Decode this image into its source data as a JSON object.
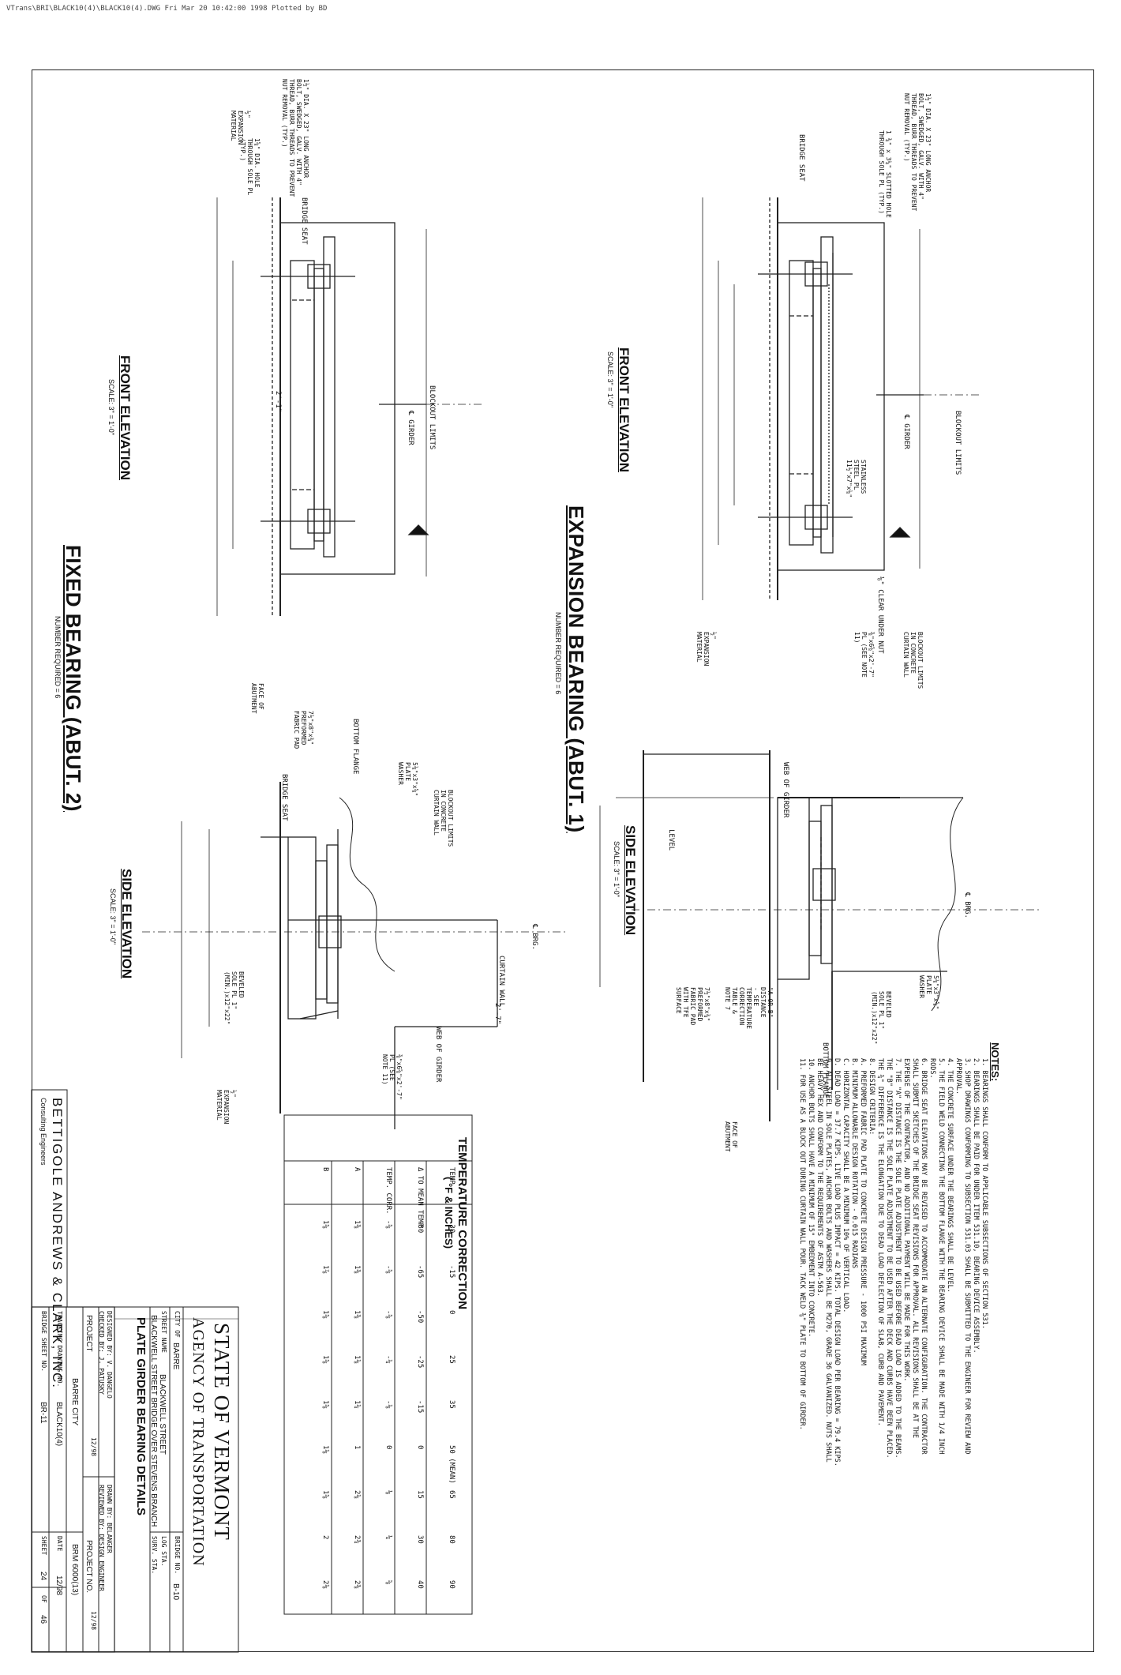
{
  "header_text": "VTrans\\BRI\\BLACK10(4)\\BLACK10(4).DWG  Fri Mar 20 10:42:00 1998  Plotted by BD",
  "drawings": {
    "expansion_title": "EXPANSION BEARING (ABUT. 1)",
    "expansion_required": "NUMBER REQUIRED = 6",
    "fixed_title": "FIXED BEARING (ABUT. 2)",
    "fixed_required": "NUMBER REQUIRED = 6",
    "front_elevation_1": "FRONT ELEVATION",
    "front_elevation_1_scale": "SCALE: 3\" = 1'-0\"",
    "front_elevation_2": "FRONT ELEVATION",
    "front_elevation_2_scale": "SCALE: 3\" = 1'-0\"",
    "side_elevation_1": "SIDE ELEVATION",
    "side_elevation_1_scale": "SCALE: 3\" = 1'-0\"",
    "side_elevation_2": "SIDE ELEVATION",
    "side_elevation_2_scale": "SCALE: 3\" = 1'-0\"",
    "exp_labels": {
      "anchor": "1½\" DIA. X 23\" LONG ANCHOR BOLT, SWEDGED, GALV. WITH 4\" THREAD, BURR THREADS TO PREVENT NUT REMOVAL (TYP.)",
      "slotted": "1 ¾\" x 3¼\" SLOTTED HOLE THROUGH SOLE PL (TYP.)",
      "bridge_seat": "BRIDGE SEAT",
      "blockout": "BLOCKOUT LIMITS",
      "girder": "℄ GIRDER",
      "stainless": "STAINLESS STEEL PL 11½\"x7\"x⅛\"",
      "clear": "⅛\" CLEAR UNDER NUT",
      "expansion_mat": "½\" EXPANSION MATERIAL",
      "blockout_curtain": "BLOCKOUT LIMITS IN CONCRETE CURTAIN WALL",
      "note11": "⅜\"x6⅝\"x2'-7\" PL (SEE NOTE 11)",
      "brg": "℄ BRG.",
      "washer": "5⅛\"x3\"x⅝\" PLATE WASHER",
      "beveled": "BEVELED SOLE PL 1\"(MIN.)x12\"x22\"",
      "bottom_flange": "BOTTOM FLANGE",
      "face_abut": "FACE OF ABUTMENT",
      "neoprene": "7½\"x8\"x¾\" PREFORMED FABRIC PAD WITH TFE SURFACE",
      "a_or_b": "\"A OR B\" DISTANCE - SEE TEMPERATURE CORRECTION TABLE & NOTE 7",
      "web_of_girder": "WEB OF GIRDER",
      "level": "LEVEL"
    },
    "fix_labels": {
      "anchor": "1½\" DIA. X 23\" LONG ANCHOR BOLT, SWEDGED, GALV. WITH 4\" THREAD, BURR THREADS TO PREVENT NUT REMOVAL (TYP.)",
      "hole": "1⅝\" DIA. HOLE THROUGH SOLE PL (TYP.)",
      "exp_mat": "½\" EXPANSION MATERIAL",
      "bridge_seat": "BRIDGE SEAT",
      "blockout": "BLOCKOUT LIMITS",
      "girder": "℄ GIRDER",
      "blockout_curtain": "BLOCKOUT LIMITS IN CONCRETE CURTAIN WALL",
      "washer": "5⅛\"x3\"x⅝\" PLATE WASHER",
      "bottom_flange": "BOTTOM FLANGE",
      "face_abut": "FACE OF ABUTMENT",
      "pad": "7½\"x8\"x¾\" PREFORMED FABRIC PAD",
      "beveled": "BEVELED SOLE PL 1\"(MIN.)x12\"x22\"",
      "curtain": "CURTAIN WALL",
      "web": "WEB OF GIRDER",
      "note11": "⅜\"x6⅝\"x2'-7\" PL (SEE NOTE 11)",
      "exp_mat2": "½\" EXPANSION MATERIAL",
      "brg": "℄ BRG.",
      "dim_21": "2'-1\"",
      "dim_27": "2'-7\""
    }
  },
  "notes": {
    "heading": "NOTES:",
    "lines": [
      "1. BEARINGS SHALL CONFORM TO APPLICABLE SUBSECTIONS OF SECTION 531.",
      "2. BEARINGS SHALL BE PAID FOR UNDER ITEM 531.10, BEARING DEVICE ASSEMBLY.",
      "3. SHOP DRAWINGS CONFORMING TO SUBSECTION 531.03 SHALL BE SUBMITTED TO THE ENGINEER FOR REVIEW AND APPROVAL.",
      "4. THE CONCRETE SURFACE UNDER THE BEARINGS SHALL BE LEVEL.",
      "5. THE FIELD WELD CONNECTING THE BOTTOM FLANGE WITH THE BEARING DEVICE SHALL BE MADE WITH 1/4 INCH RODS.",
      "6. BRIDGE SEAT ELEVATIONS MAY BE REVISED TO ACCOMMODATE AN ALTERNATE CONFIGURATION. THE CONTRACTOR SHALL SUBMIT SKETCHES OF THE BRIDGE SEAT REVISIONS FOR APPROVAL. ALL REVISIONS SHALL BE AT THE EXPENSE OF THE CONTRACTOR, AND NO ADDITIONAL PAYMENT WILL BE MADE FOR THIS WORK.",
      "7. THE \"A\" DISTANCE IS THE SOLE PLATE ADJUSTMENT TO BE USED BEFORE DEAD LOAD IS ADDED TO THE BEAMS. THE \"B\" DISTANCE IS THE SOLE PLATE ADJUSTMENT TO BE USED AFTER THE DECK AND CURBS HAVE BEEN PLACED. THE ¾\" DIFFERENCE IS THE ELONGATION DUE TO DEAD LOAD DEFLECTION OF SLAB, CURB AND PAVEMENT.",
      "8. DESIGN CRITERIA:",
      "A. PREFORMED FABRIC PAD PLATE TO CONCRETE DESIGN PRESSURE - 1000 PSI MAXIMUM",
      "B. MINIMUM ALLOWABLE DESIGN ROTATION - 0.015 RADIANS",
      "C. HORIZONTAL CAPACITY SHALL BE A MINIMUM 10% OF VERTICAL LOAD.",
      "D. DEAD LOAD = 37.7 KIPS. LIVE LOAD PLUS IMPACT = 42 KIPS. TOTAL DESIGN LOAD PER BEARING = 79.4 KIPS.",
      "9. ALL STEEL IN SOLE PLATES, ANCHOR BOLTS AND WASHERS SHALL BE M270, GRADE 36 GALVANIZED. NUTS SHALL BE HEAVY HEX AND CONFORM TO THE REQUIREMENTS OF ASTM A-563.",
      "10. ANCHOR BOLTS SHALL HAVE A MINIMUM OF 15\" EMBEDMENT INTO CONCRETE.",
      "11. FOR USE AS A BLOCK OUT DURING CURTAIN WALL POUR. TACK WELD ⅜\" PLATE TO BOTTOM OF GIRDER."
    ]
  },
  "temperature_table": {
    "title": "TEMPERATURE CORRECTION",
    "subtitle": "( °F & INCHES)",
    "headers": [
      "TEMP",
      "Δ TO MEAN TEMP",
      "TEMP. CORR.",
      "A",
      "B"
    ],
    "rows": [
      [
        "-30",
        "-80",
        "-⅝",
        "1⅜",
        "1⅝"
      ],
      [
        "-15",
        "-65",
        "-⅝",
        "1⅜",
        "1⅞"
      ],
      [
        "0",
        "-50",
        "-⅝",
        "1⅜",
        "1⅝"
      ],
      [
        "25",
        "-25",
        "-¼",
        "1⅛",
        "1⅝"
      ],
      [
        "35",
        "-15",
        "-⅛",
        "1¼",
        "1⅝"
      ],
      [
        "50 (MEAN)",
        "0",
        "0",
        "1",
        "1⅛"
      ],
      [
        "65",
        "15",
        "⅛",
        "2⅛",
        "1⅝"
      ],
      [
        "80",
        "30",
        "¼",
        "2¾",
        "2"
      ],
      [
        "90",
        "40",
        "⅝",
        "2⅜",
        "2⅛"
      ]
    ]
  },
  "firm": {
    "name": "BETTIGOLE ANDREWS & CLARK, INC.",
    "subtitle": "Consulting Engineers"
  },
  "title_block": {
    "state": "STATE OF VERMONT",
    "agency": "AGENCY OF TRANSPORTATION",
    "city_label": "CITY OF",
    "city": "BARRE",
    "bridge_no_label": "BRIDGE NO.",
    "bridge_no": "B-10",
    "street_label": "STREET NAME",
    "street": "BLACKWELL STREET",
    "log_sta": "LOG STA.",
    "survey_sta": "SURV. STA.",
    "project_desc": "BLACKWELL STREET BRIDGE OVER STEVENS BRANCH",
    "sheet_title": "PLATE GIRDER BEARING DETAILS",
    "designed_by": "DESIGNED BY: V. DANGELO",
    "checked_by": "CHECKED BY: J. PATUSKY",
    "drawn_by": "DRAWN BY: BELANGER",
    "reviewed_by": "REVIEWED BY: DESIGN ENGINEER",
    "date_1": "12/98",
    "date_2": "12/98",
    "project_label": "PROJECT",
    "project": "BARRE CITY",
    "project_no_label": "PROJECT NO.",
    "project_no": "BRM 6000(13)",
    "drawing_no_label": "TRACKING DRAWING NO.",
    "drawing_no": "BLACK10(4)",
    "date_label": "DATE",
    "date": "12/98",
    "bridge_sheet_label": "BRIDGE SHEET NO.",
    "bridge_sheet": "BR-11",
    "sheet_label": "SHEET",
    "sheet_no": "24",
    "sheet_of": "OF",
    "sheet_total": "46"
  }
}
